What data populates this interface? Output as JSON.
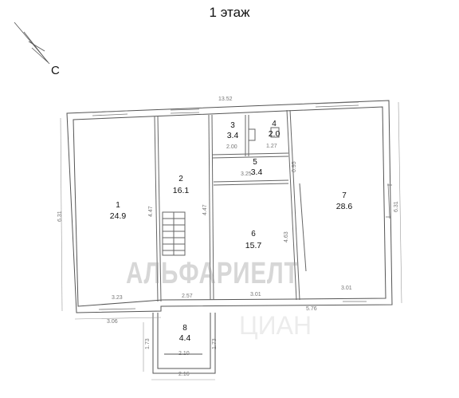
{
  "title": "1 этаж",
  "compass": {
    "label": "С"
  },
  "watermarks": {
    "brand": "АЛЬФАРИЕЛТ",
    "site": "ЦИАН"
  },
  "rooms": [
    {
      "id": "1",
      "number": "1",
      "area": "24.9"
    },
    {
      "id": "2",
      "number": "2",
      "area": "16.1"
    },
    {
      "id": "3",
      "number": "3",
      "area": "3.4"
    },
    {
      "id": "4",
      "number": "4",
      "area": "2.0"
    },
    {
      "id": "5",
      "number": "5",
      "area": "3.4"
    },
    {
      "id": "6",
      "number": "6",
      "area": "15.7"
    },
    {
      "id": "7",
      "number": "7",
      "area": "28.6"
    },
    {
      "id": "8",
      "number": "8",
      "area": "4.4"
    }
  ],
  "dimensions": {
    "top_overall": "13.52",
    "left_height": "6.31",
    "room2_side": "4.47",
    "room2_inner": "4.47",
    "room3_width": "2.00",
    "room4_width": "1.27",
    "room5_width": "3.25",
    "room5_side": "0.95",
    "room6_side": "4.63",
    "room7_side": "6.31",
    "bottom_left": "3.23",
    "bottom_left_outer": "3.06",
    "bottom_mid": "2.57",
    "bottom_room6": "3.01",
    "bottom_outer_right": "5.76",
    "bottom_room7": "3.01",
    "porch_left": "1.73",
    "porch_right": "1.73",
    "porch_inner": "2.10",
    "porch_outer": "2.16"
  }
}
